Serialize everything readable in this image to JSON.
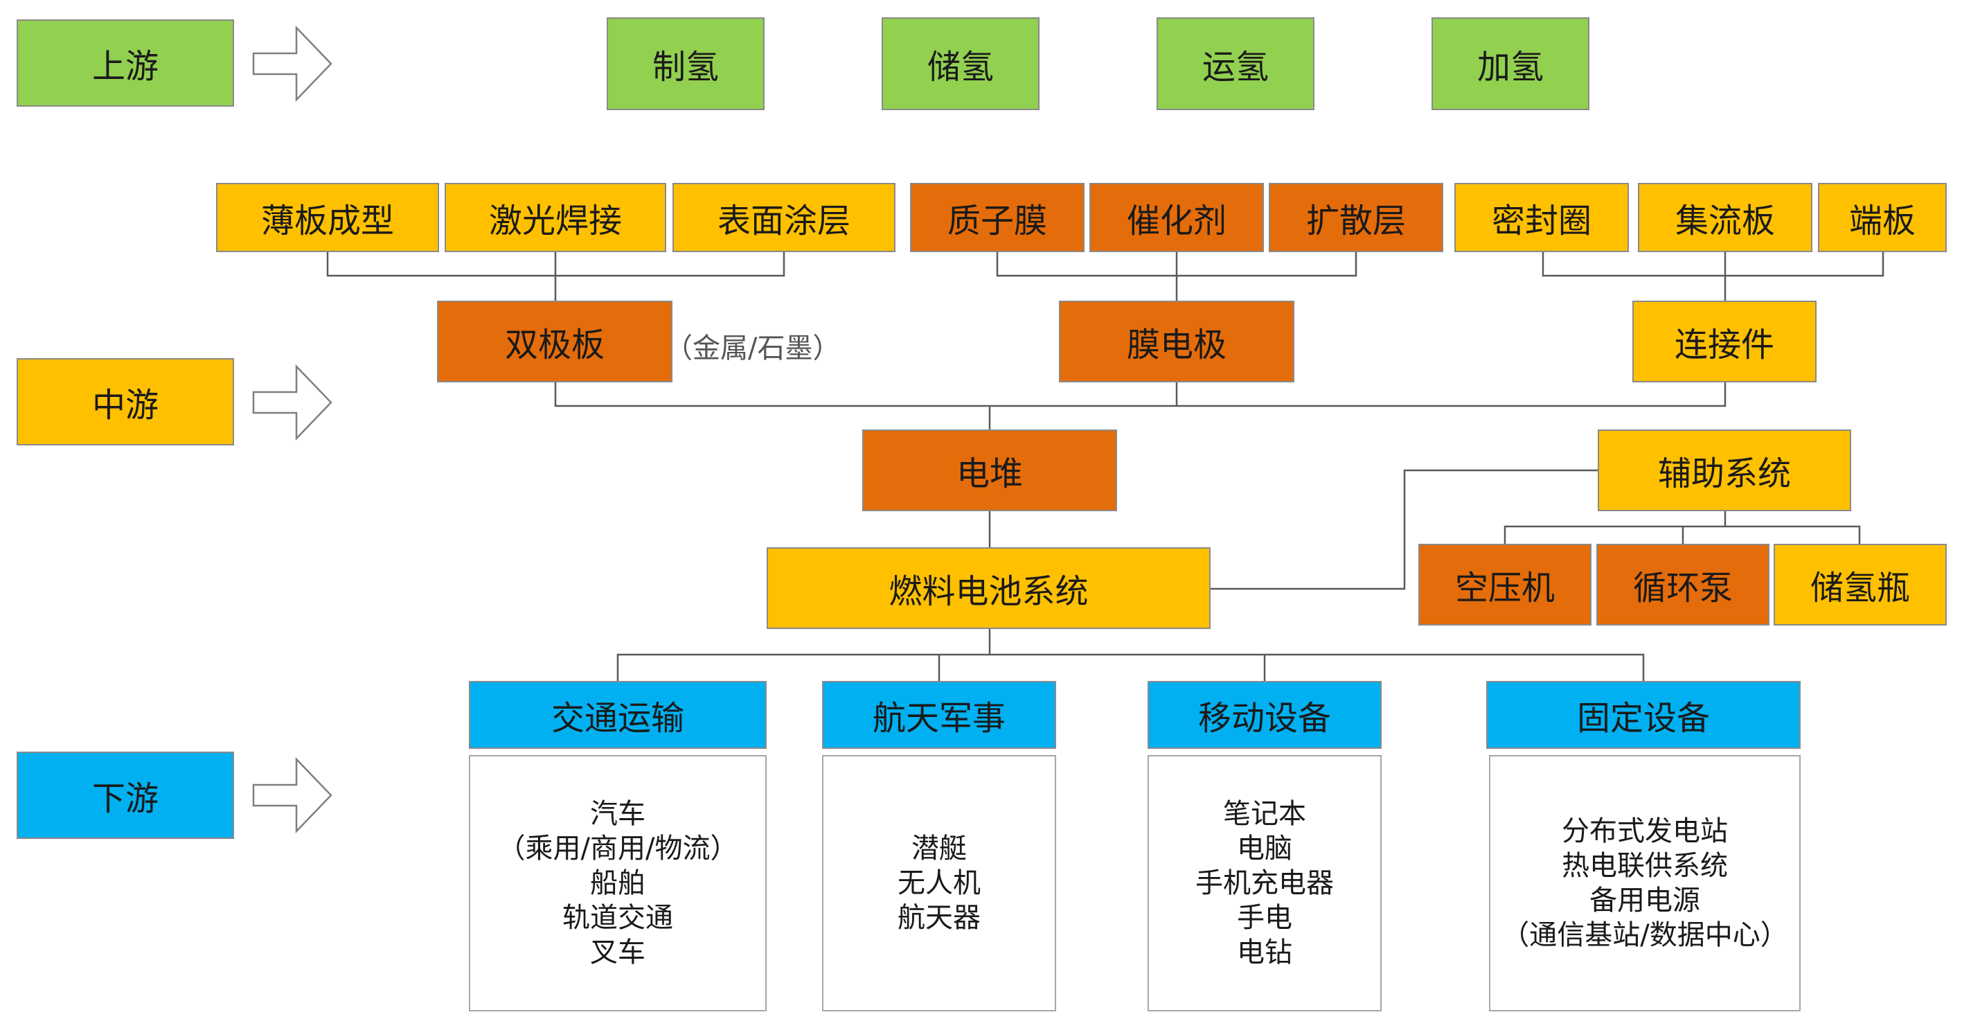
{
  "levels": {
    "upstream": "上游",
    "midstream": "中游",
    "downstream": "下游"
  },
  "upstream": {
    "items": [
      "制氢",
      "储氢",
      "运氢",
      "加氢"
    ]
  },
  "midstream": {
    "bipolar_parts": [
      "薄板成型",
      "激光焊接",
      "表面涂层"
    ],
    "mea_parts": [
      "质子膜",
      "催化剂",
      "扩散层"
    ],
    "connector_parts": [
      "密封圈",
      "集流板",
      "端板"
    ],
    "bipolar_plate": "双极板",
    "bipolar_note": "（金属/石墨）",
    "mea": "膜电极",
    "connector": "连接件",
    "stack": "电堆",
    "auxiliary": "辅助系统",
    "aux_parts": [
      "空压机",
      "循环泵",
      "储氢瓶"
    ],
    "system": "燃料电池系统"
  },
  "downstream": {
    "categories": [
      {
        "title": "交通运输",
        "items": [
          "汽车",
          "（乘用/商用/物流）",
          "船舶",
          "轨道交通",
          "叉车"
        ]
      },
      {
        "title": "航天军事",
        "items": [
          "潜艇",
          "无人机",
          "航天器"
        ]
      },
      {
        "title": "移动设备",
        "items": [
          "笔记本",
          "电脑",
          "手机充电器",
          "手电",
          "电钻"
        ]
      },
      {
        "title": "固定设备",
        "items": [
          "分布式发电站",
          "热电联供系统",
          "备用电源",
          "（通信基站/数据中心）"
        ]
      }
    ]
  },
  "colors": {
    "upstream": "#92d050",
    "midstream_light": "#ffc000",
    "midstream_dark": "#e46c0a",
    "downstream": "#00b0f0"
  }
}
